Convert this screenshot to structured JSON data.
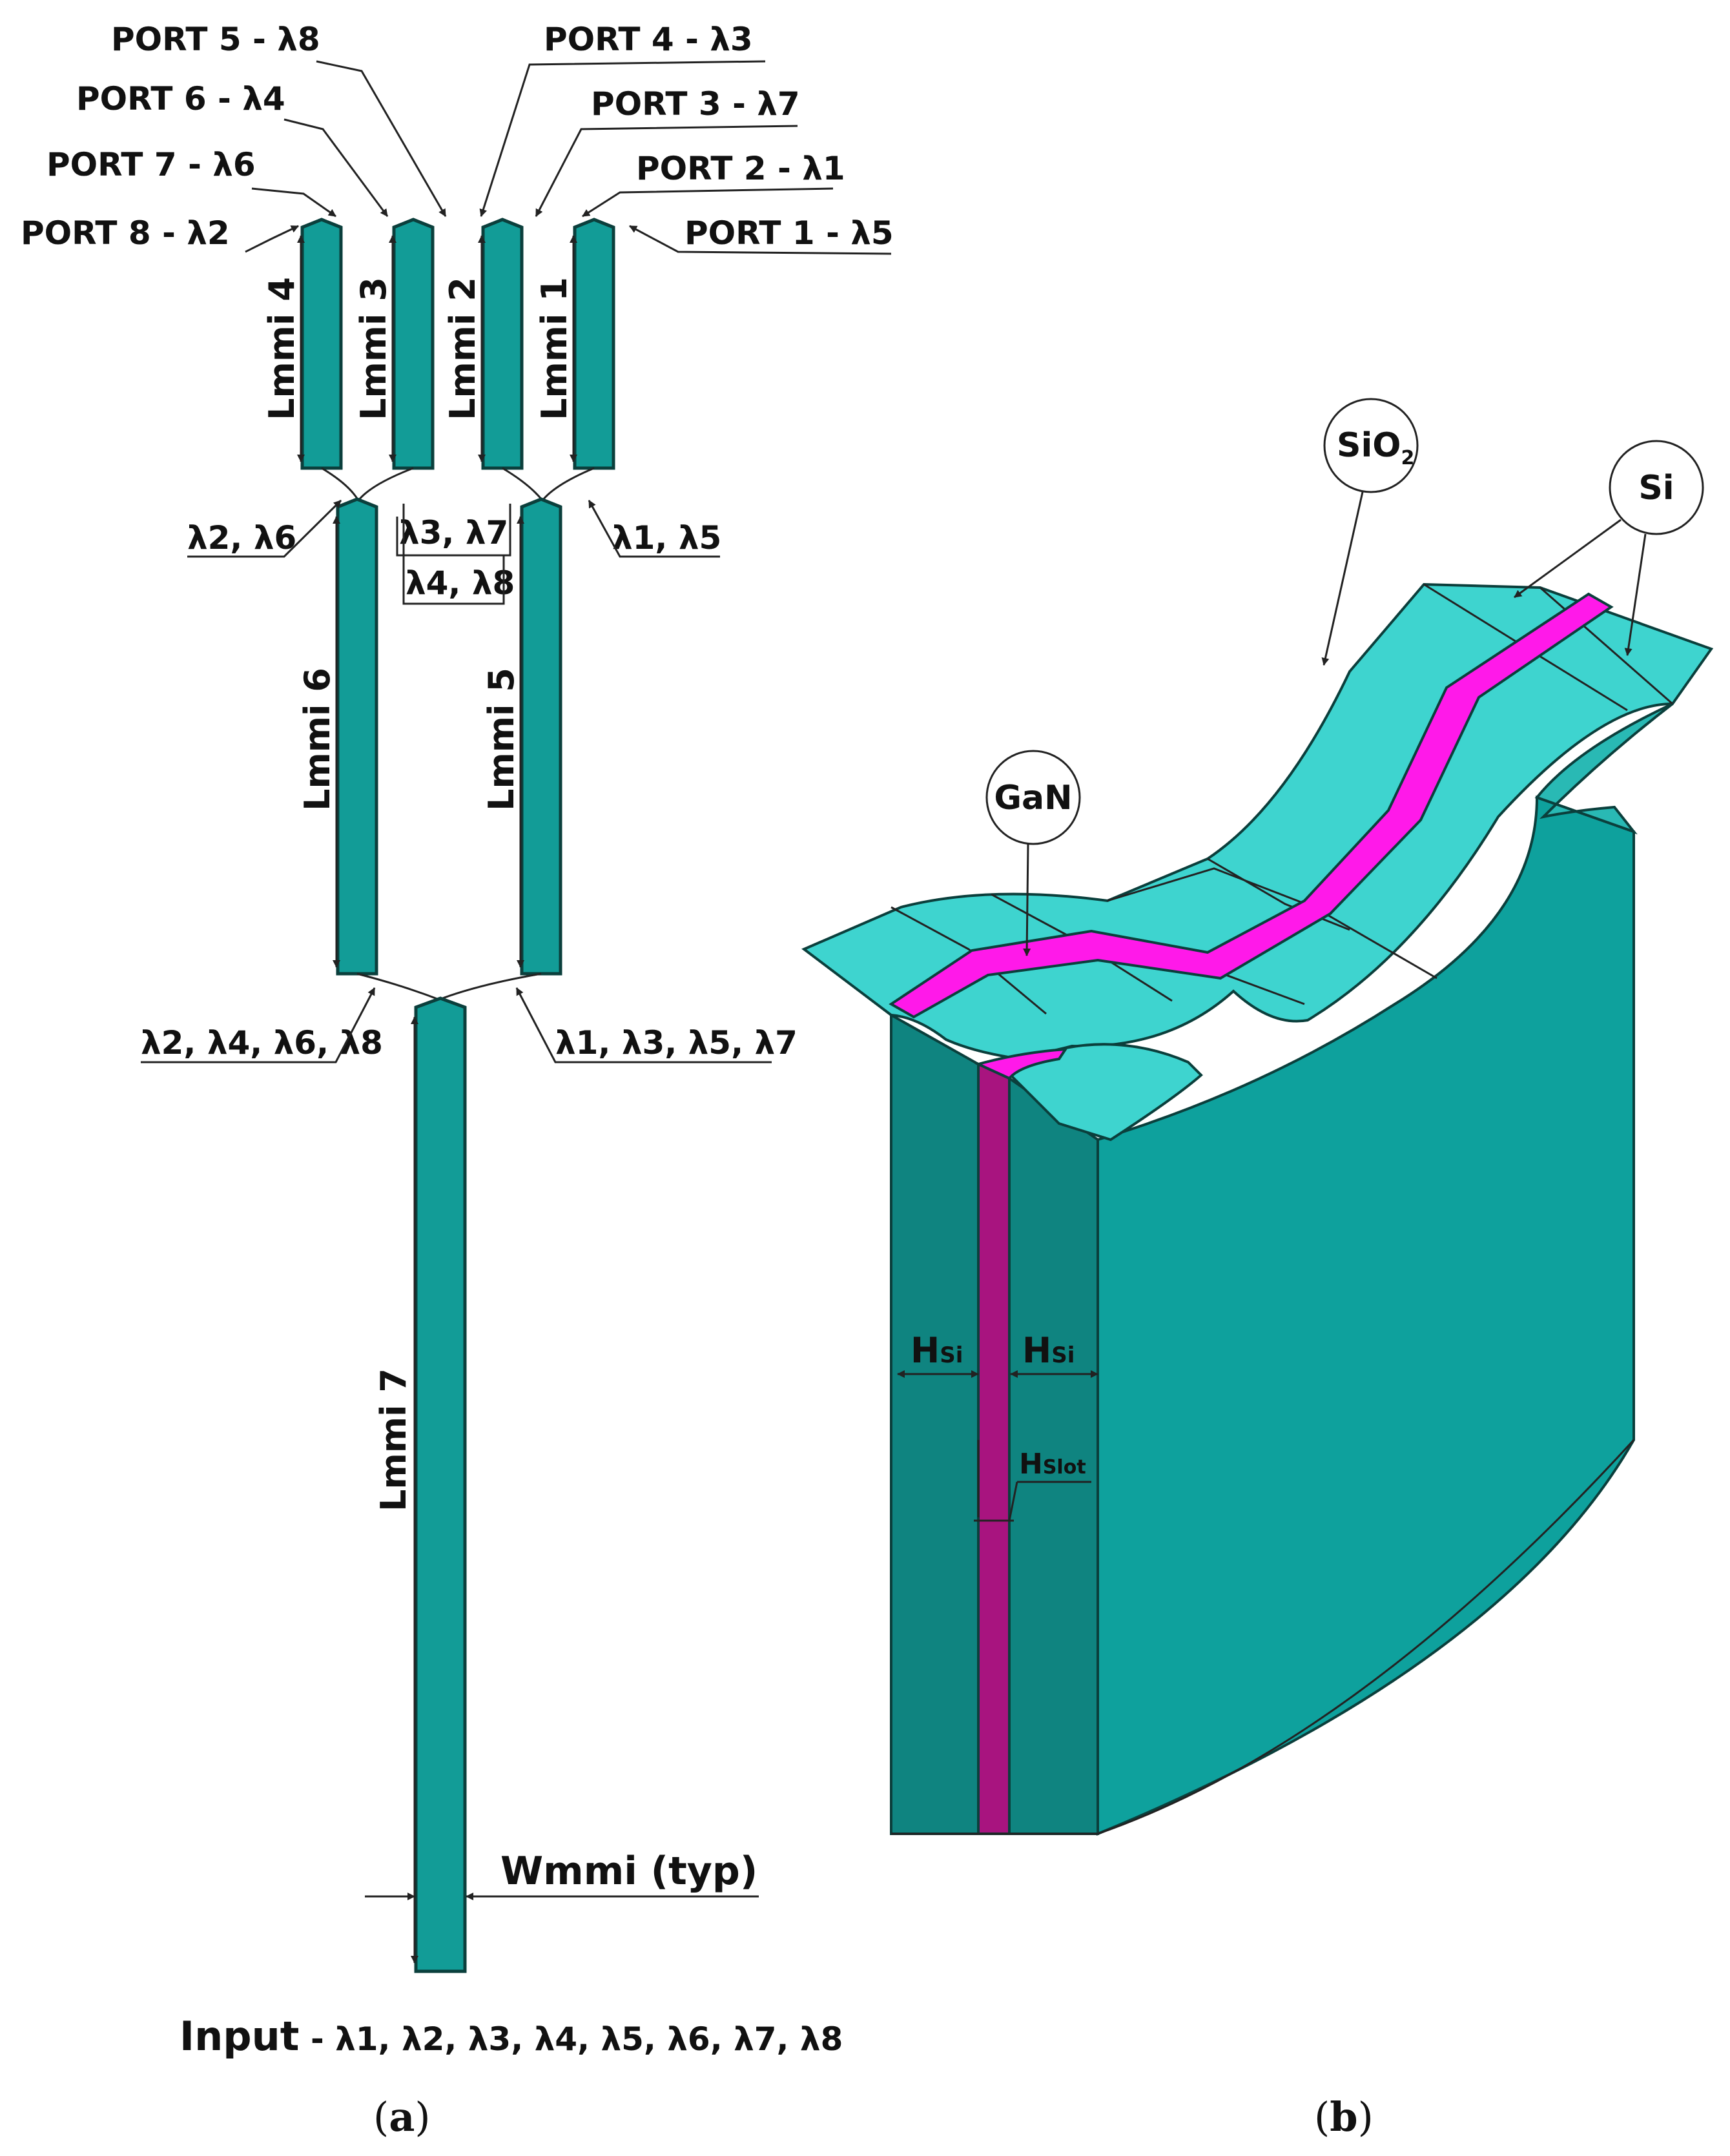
{
  "colors": {
    "waveguide": "#129c97",
    "waveguide_dark": "#0f8480",
    "body_front": "#0ea19d",
    "body_light": "#3ac8c3",
    "body_top": "#3ed4cf",
    "gan": "#ff19e9",
    "gan_front": "#a8147f",
    "outline": "#0b3f3c"
  },
  "panel_a": {
    "ports": [
      "PORT 8 - λ2",
      "PORT 7 - λ6",
      "PORT 6 - λ4",
      "PORT 5 - λ8",
      "PORT 4 - λ3",
      "PORT 3 - λ7",
      "PORT 2 - λ1",
      "PORT 1 - λ5"
    ],
    "section_labels": [
      "Lmmi 4",
      "Lmmi 3",
      "Lmmi 2",
      "Lmmi 1",
      "Lmmi 6",
      "Lmmi 5",
      "Lmmi 7"
    ],
    "junction_labels": [
      "λ2, λ6",
      "λ3, λ7",
      "λ4, λ8",
      "λ1, λ5",
      "λ2, λ4, λ6, λ8",
      "λ1, λ3, λ5, λ7"
    ],
    "width_label": "Wmmi (typ)",
    "input_label": "Input",
    "input_wavelengths": "- λ1, λ2, λ3, λ4, λ5, λ6, λ7, λ8",
    "caption_open": "(",
    "caption_letter": "a",
    "caption_close": ")"
  },
  "panel_b": {
    "callouts": [
      "SiO2",
      "Si",
      "GaN"
    ],
    "dimension_labels": {
      "h_si_left": "H",
      "h_si_left_sub": "Si",
      "h_si_right": "H",
      "h_si_right_sub": "Si",
      "h_slot": "H",
      "h_slot_sub": "Slot"
    },
    "caption_open": "(",
    "caption_letter": "b",
    "caption_close": ")"
  }
}
